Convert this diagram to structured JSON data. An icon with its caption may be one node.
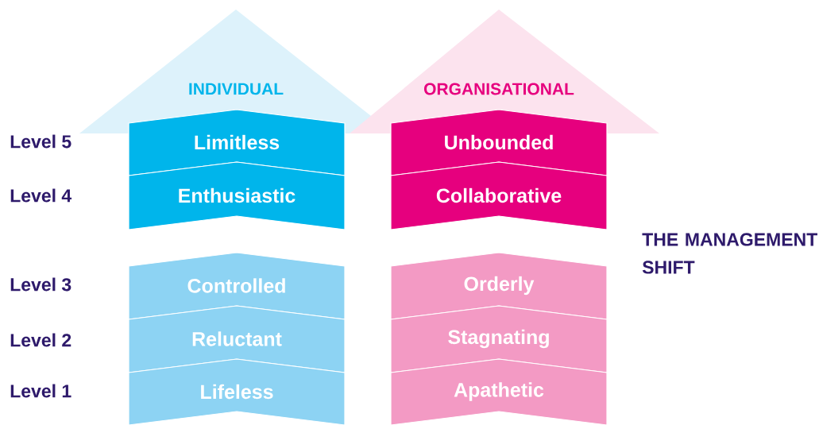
{
  "diagram": {
    "nodes": [
      {
        "text": [
          "INDIVIDUAL"
        ]
      },
      {
        "text": [
          "ORGANISATIONAL"
        ]
      },
      {
        "text": [
          "Limitless"
        ]
      },
      {
        "text": [
          "Unbounded"
        ]
      },
      {
        "text": [
          "Enthusiastic"
        ]
      },
      {
        "text": [
          "Collaborative"
        ]
      },
      {
        "text": [
          "Controlled"
        ]
      },
      {
        "text": [
          "Orderly"
        ]
      },
      {
        "text": [
          "Reluctant"
        ]
      },
      {
        "text": [
          "Stagnating"
        ]
      },
      {
        "text": [
          "Lifeless"
        ]
      },
      {
        "text": [
          "Apathetic"
        ]
      }
    ],
    "labels": [
      "Level 5",
      "Level 4",
      "THE MANAGEMENT SHIFT",
      "Level 3",
      "Level 2",
      "Level 1"
    ]
  }
}
